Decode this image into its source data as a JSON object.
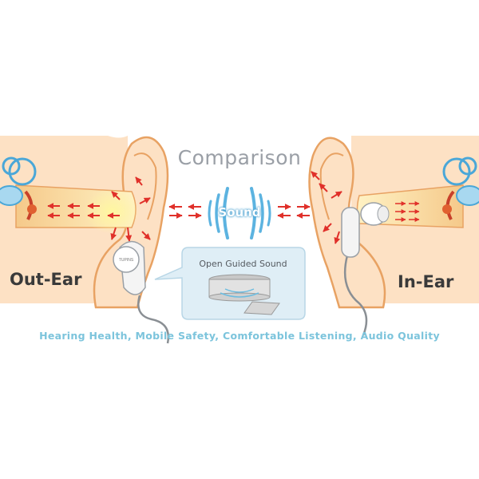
{
  "diagram": {
    "title": "Comparison",
    "center_label": "Sound",
    "left_label": "Out-Ear",
    "right_label": "In-Ear",
    "callout_label": "Open Guided Sound",
    "device_brand": "TUPINS",
    "benefits": "Hearing Health, Mobile Safety, Comfortable Listening, Audio Quality",
    "colors": {
      "skin": "#fde1c4",
      "skin_outline": "#e8a263",
      "ear_canal": "#fcdd9a",
      "arrow": "#e0302a",
      "sound_wave": "#5cb3e0",
      "callout_bg": "#dfeef6",
      "benefits_text": "#7cc4dc"
    }
  }
}
